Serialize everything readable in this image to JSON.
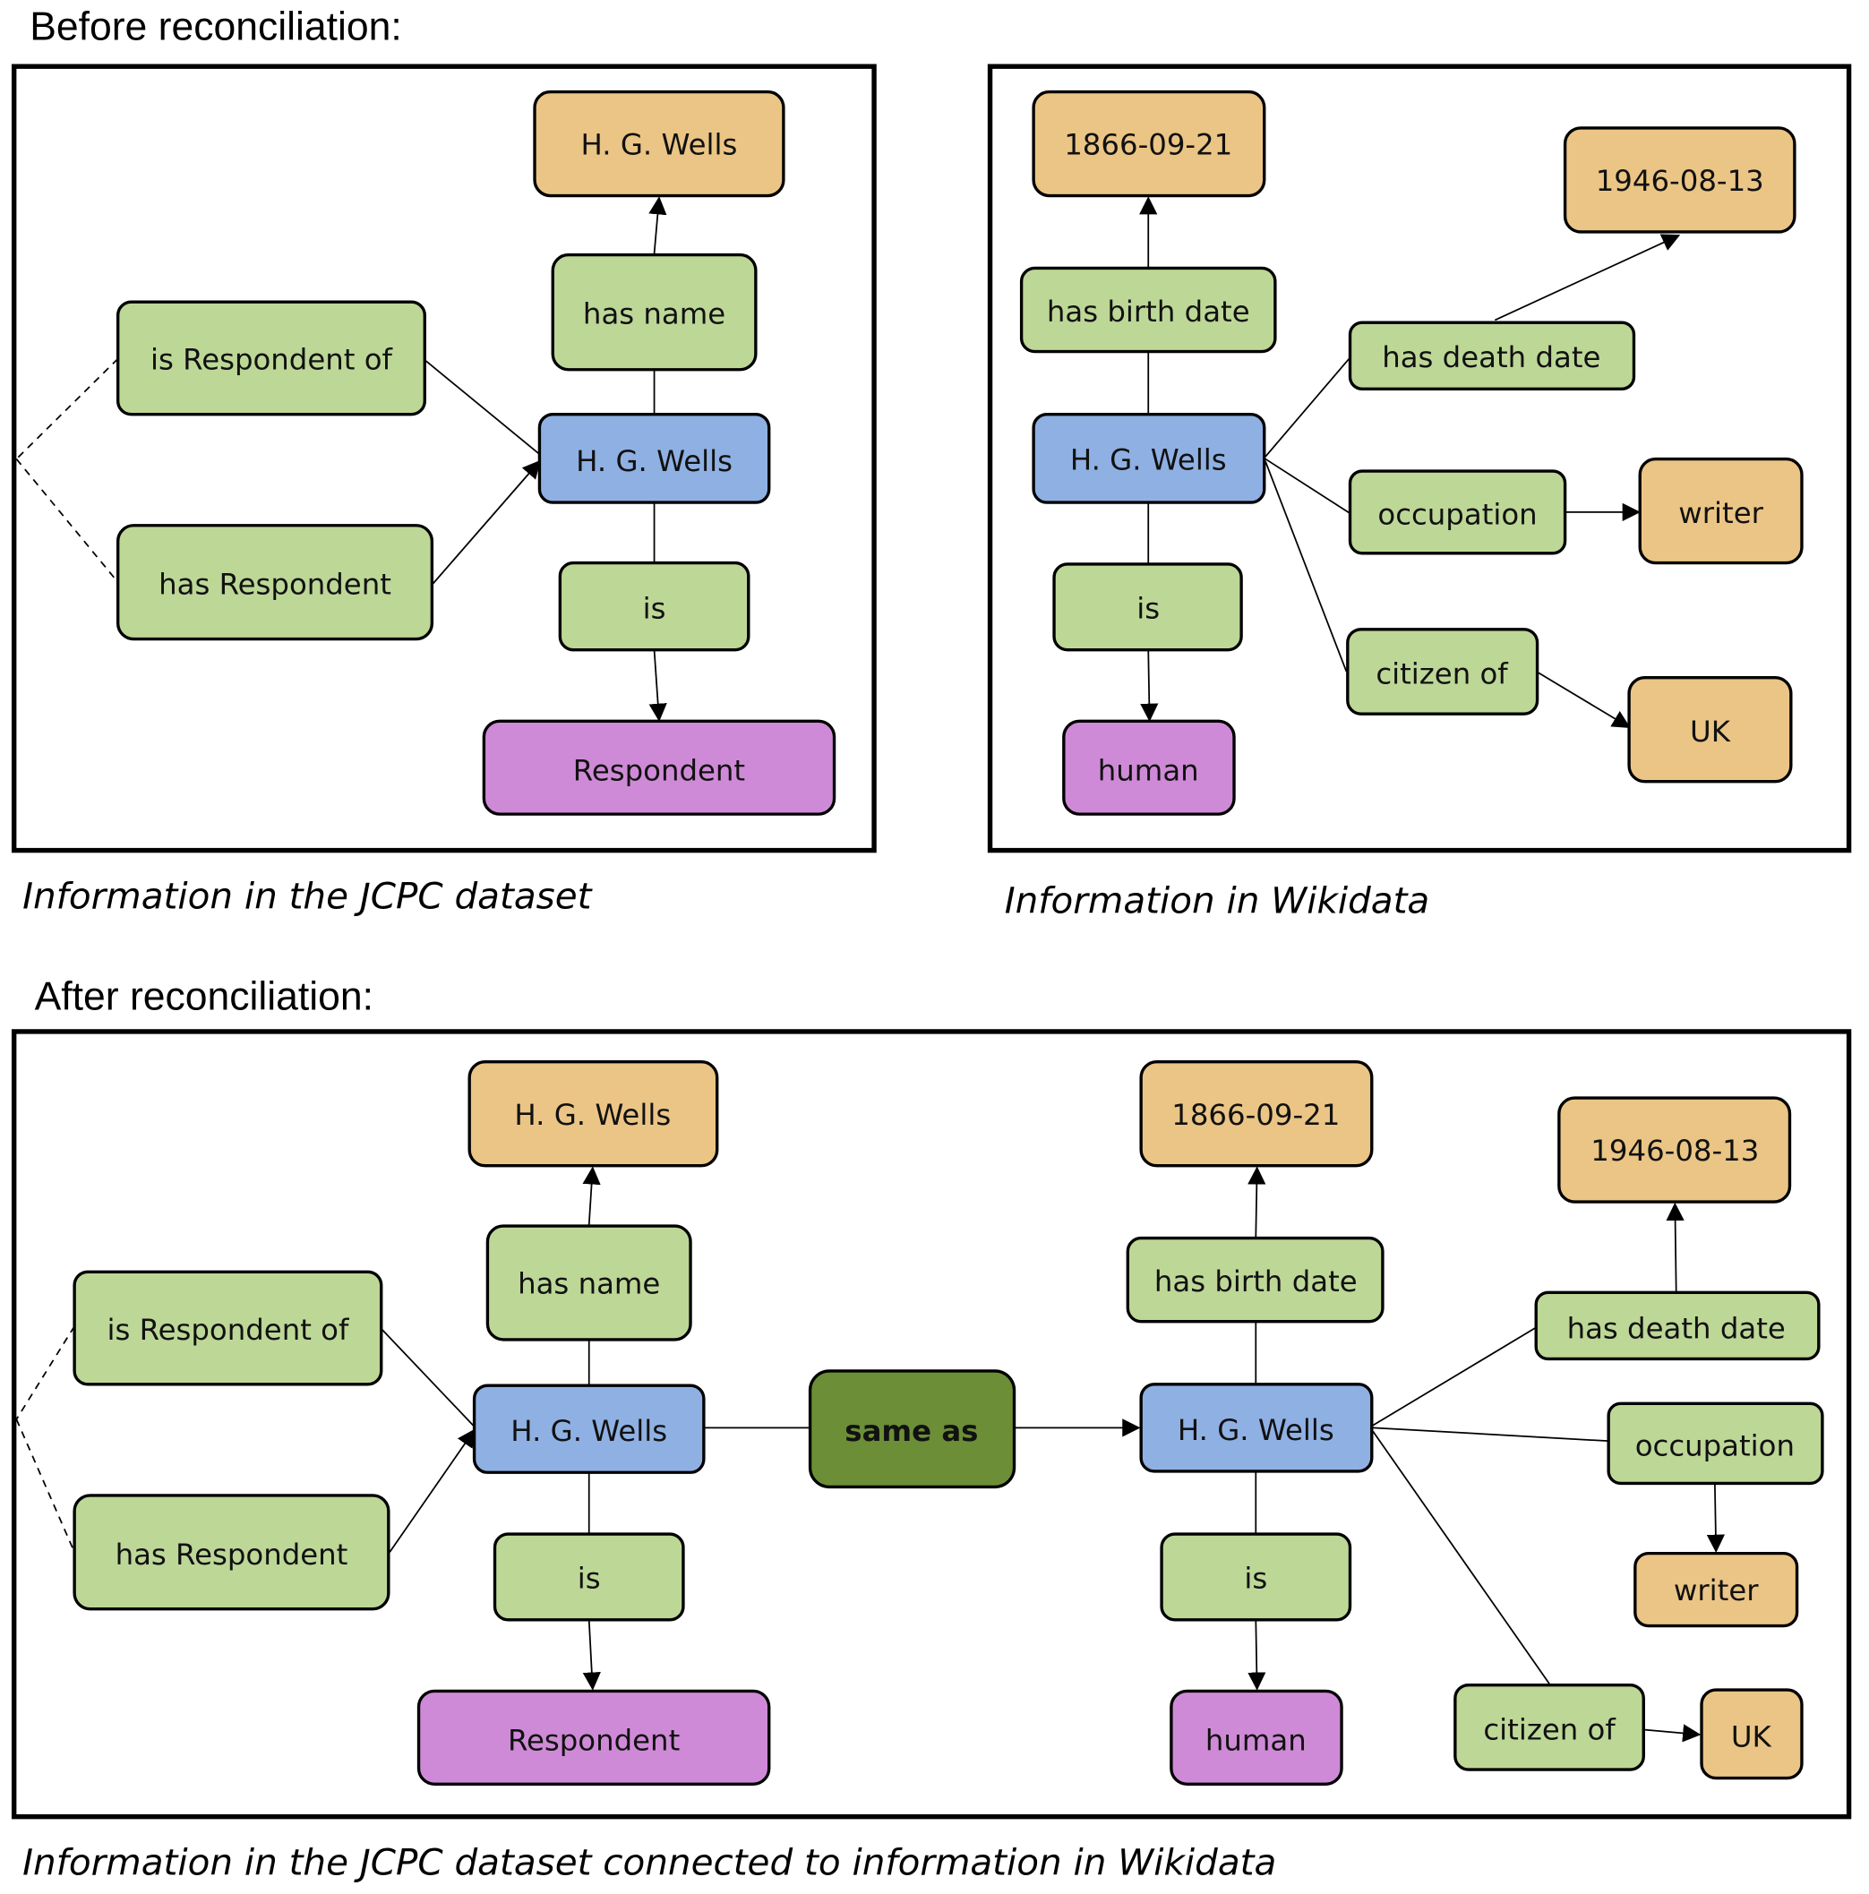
{
  "colors": {
    "literal": "#ebc585",
    "property": "#bdd797",
    "entity": "#8fb0e3",
    "class": "#cf8ad7",
    "same_as": "#6c8e37"
  },
  "sections": {
    "before_heading": "Before reconciliation:",
    "after_heading": "After reconciliation:"
  },
  "captions": {
    "jcpc": "Information in the JCPC dataset",
    "wikidata": "Information in Wikidata",
    "connected": "Information in the JCPC dataset connected to information in Wikidata"
  },
  "diagrams": {
    "jcpc_before": {
      "nodes": [
        {
          "id": "name_literal",
          "label": "H. G. Wells",
          "kind": "literal"
        },
        {
          "id": "has_name",
          "label": "has name",
          "kind": "property"
        },
        {
          "id": "is_respondent_of",
          "label": "is Respondent of",
          "kind": "property"
        },
        {
          "id": "has_respondent",
          "label": "has Respondent",
          "kind": "property"
        },
        {
          "id": "entity",
          "label": "H. G. Wells",
          "kind": "entity"
        },
        {
          "id": "is",
          "label": "is",
          "kind": "property"
        },
        {
          "id": "class",
          "label": "Respondent",
          "kind": "class"
        }
      ]
    },
    "wikidata_before": {
      "nodes": [
        {
          "id": "birth_literal",
          "label": "1866-09-21",
          "kind": "literal"
        },
        {
          "id": "death_literal",
          "label": "1946-08-13",
          "kind": "literal"
        },
        {
          "id": "has_birth_date",
          "label": "has birth date",
          "kind": "property"
        },
        {
          "id": "has_death_date",
          "label": "has death date",
          "kind": "property"
        },
        {
          "id": "entity",
          "label": "H. G. Wells",
          "kind": "entity"
        },
        {
          "id": "occupation",
          "label": "occupation",
          "kind": "property"
        },
        {
          "id": "writer",
          "label": "writer",
          "kind": "literal"
        },
        {
          "id": "is",
          "label": "is",
          "kind": "property"
        },
        {
          "id": "citizen_of",
          "label": "citizen of",
          "kind": "property"
        },
        {
          "id": "uk",
          "label": "UK",
          "kind": "literal"
        },
        {
          "id": "class",
          "label": "human",
          "kind": "class"
        }
      ]
    },
    "after": {
      "nodes": [
        {
          "id": "name_literal",
          "label": "H. G. Wells",
          "kind": "literal"
        },
        {
          "id": "has_name",
          "label": "has name",
          "kind": "property"
        },
        {
          "id": "is_respondent_of",
          "label": "is Respondent of",
          "kind": "property"
        },
        {
          "id": "has_respondent",
          "label": "has Respondent",
          "kind": "property"
        },
        {
          "id": "jcpc_entity",
          "label": "H. G. Wells",
          "kind": "entity"
        },
        {
          "id": "is_jcpc",
          "label": "is",
          "kind": "property"
        },
        {
          "id": "respondent_class",
          "label": "Respondent",
          "kind": "class"
        },
        {
          "id": "same_as",
          "label": "same as",
          "kind": "same_as"
        },
        {
          "id": "birth_literal",
          "label": "1866-09-21",
          "kind": "literal"
        },
        {
          "id": "has_birth_date",
          "label": "has birth date",
          "kind": "property"
        },
        {
          "id": "wd_entity",
          "label": "H. G. Wells",
          "kind": "entity"
        },
        {
          "id": "is_wd",
          "label": "is",
          "kind": "property"
        },
        {
          "id": "human_class",
          "label": "human",
          "kind": "class"
        },
        {
          "id": "death_literal",
          "label": "1946-08-13",
          "kind": "literal"
        },
        {
          "id": "has_death_date",
          "label": "has death date",
          "kind": "property"
        },
        {
          "id": "occupation",
          "label": "occupation",
          "kind": "property"
        },
        {
          "id": "writer",
          "label": "writer",
          "kind": "literal"
        },
        {
          "id": "citizen_of",
          "label": "citizen of",
          "kind": "property"
        },
        {
          "id": "uk",
          "label": "UK",
          "kind": "literal"
        }
      ]
    }
  }
}
